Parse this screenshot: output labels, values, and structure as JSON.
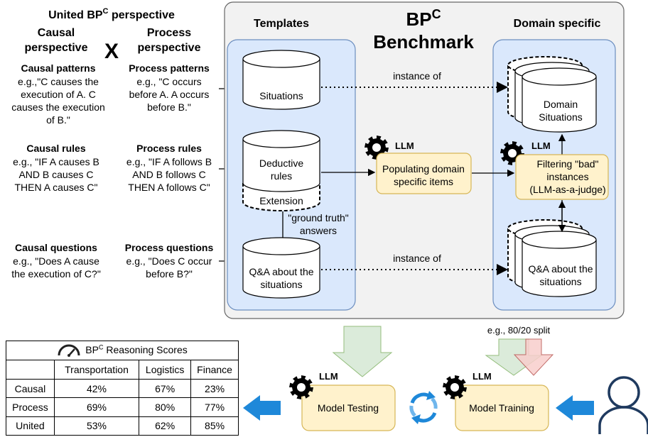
{
  "left": {
    "title_main": "United BP",
    "title_sup": "C",
    "title_rest": " perspective",
    "causal_label": [
      "Causal",
      "perspective"
    ],
    "process_label": [
      "Process",
      "perspective"
    ],
    "cross": "X",
    "rows": [
      {
        "causal_title": "Causal patterns",
        "causal_body": [
          "e.g.,\"C causes the",
          "execution of A. C",
          "causes the execution",
          "of B.\""
        ],
        "process_title": "Process patterns",
        "process_body": [
          "e.g., \"C occurs",
          "before A. A occurs",
          "before B.\""
        ]
      },
      {
        "causal_title": "Causal rules",
        "causal_body": [
          "e.g., \"IF A causes B",
          "AND B causes C",
          "THEN A causes C\""
        ],
        "process_title": "Process rules",
        "process_body": [
          "e.g., \"IF A follows B",
          "AND B follows C",
          "THEN A follows C\""
        ]
      },
      {
        "causal_title": "Causal questions",
        "causal_body": [
          "e.g., \"Does A cause",
          "the execution of C?\""
        ],
        "process_title": "Process questions",
        "process_body": [
          "e.g., \"Does C occur",
          "before B?\""
        ]
      }
    ]
  },
  "benchmark": {
    "title_main": "BP",
    "title_sup": "C",
    "title_line2": "Benchmark",
    "templates_label": "Templates",
    "domain_label": "Domain specific",
    "situations": "Situations",
    "deductive": [
      "Deductive",
      "rules"
    ],
    "extension": "Extension",
    "ground_truth": [
      "\"ground truth\"",
      "answers"
    ],
    "qa": [
      "Q&A about the",
      "situations"
    ],
    "instance_of_1": "instance of",
    "instance_of_2": "instance of",
    "populating": [
      "Populating domain",
      "specific items"
    ],
    "filtering": [
      "Filtering \"bad\"",
      "instances",
      "(LLM-as-a-judge)"
    ],
    "domain_situations": [
      "Domain",
      "Situations"
    ],
    "domain_qa": [
      "Q&A about the",
      "situations"
    ],
    "llm": "LLM"
  },
  "bottom": {
    "split_note": "e.g., 80/20 split",
    "model_testing": "Model Testing",
    "model_training": "Model Training",
    "llm": "LLM"
  },
  "scores": {
    "title_pre": "BP",
    "title_sup": "C",
    "title_post": " Reasoning Scores",
    "columns": [
      "Transportation",
      "Logistics",
      "Finance"
    ],
    "rows": [
      {
        "label": "Causal",
        "values": [
          "42%",
          "67%",
          "23%"
        ]
      },
      {
        "label": "Process",
        "values": [
          "69%",
          "80%",
          "77%"
        ]
      },
      {
        "label": "United",
        "values": [
          "53%",
          "62%",
          "85%"
        ]
      }
    ]
  },
  "colors": {
    "benchmark_bg": "#f2f2f2",
    "panel_bg": "#dae8fc",
    "panel_border": "#6c8ebf",
    "process_box": "#fff2cc",
    "process_border": "#d6b656",
    "green_arrow": "#d5e8d4",
    "red_arrow": "#f8cecc",
    "blue_arrow": "#1e88d9"
  }
}
